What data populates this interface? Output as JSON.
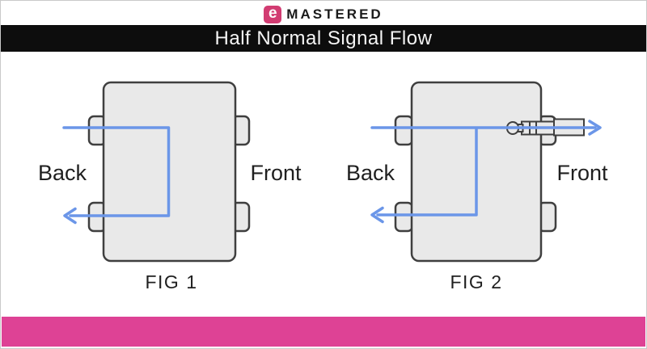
{
  "header": {
    "logo": {
      "icon_letter": "e",
      "wordmark": "MASTERED"
    },
    "title": "Half Normal Signal Flow"
  },
  "figures": {
    "fig1": {
      "caption": "FIG 1",
      "back_label": "Back",
      "front_label": "Front"
    },
    "fig2": {
      "caption": "FIG 2",
      "back_label": "Back",
      "front_label": "Front"
    }
  },
  "colors": {
    "brand-pink": "#d23c72",
    "accent-bar-pink": "#de4295",
    "title-bar-bg": "#0d0d0d",
    "title-text": "#f5f5f5",
    "module-fill": "#e9e9e9",
    "module-stroke": "#3f3f3f",
    "signal-blue": "#6b96e8",
    "label-text": "#1f1f1f"
  }
}
